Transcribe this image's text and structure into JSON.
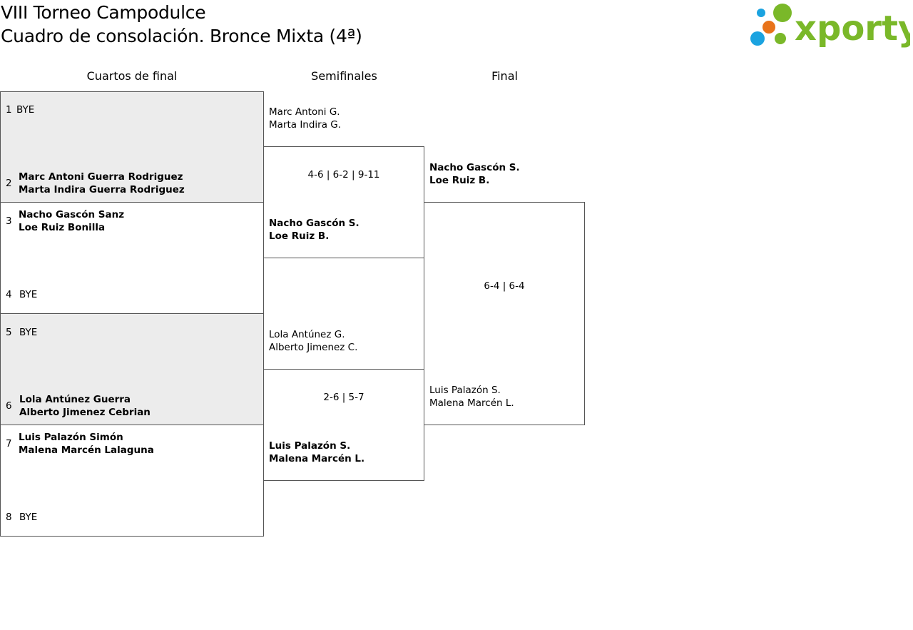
{
  "header": {
    "title_line1": "VIII Torneo Campodulce",
    "title_line2": "Cuadro de consolación. Bronce Mixta (4ª)"
  },
  "logo": {
    "text": "xporty",
    "colors": {
      "green": "#7ab829",
      "orange": "#e8731a",
      "blue": "#1ba3e0"
    }
  },
  "rounds": {
    "quarterfinals": "Cuartos de final",
    "semifinals": "Semifinales",
    "final": "Final"
  },
  "quarterfinals": [
    {
      "seed": "1",
      "player1": "BYE",
      "player2": ""
    },
    {
      "seed": "2",
      "player1": "Marc Antoni Guerra Rodriguez",
      "player2": "Marta Indira Guerra Rodriguez"
    },
    {
      "seed": "3",
      "player1": "Nacho Gascón Sanz",
      "player2": "Loe Ruiz Bonilla"
    },
    {
      "seed": "4",
      "player1": "BYE",
      "player2": ""
    },
    {
      "seed": "5",
      "player1": "BYE",
      "player2": ""
    },
    {
      "seed": "6",
      "player1": "Lola Antúnez Guerra",
      "player2": "Alberto Jimenez Cebrian"
    },
    {
      "seed": "7",
      "player1": "Luis Palazón Simón",
      "player2": "Malena Marcén Lalaguna"
    },
    {
      "seed": "8",
      "player1": "BYE",
      "player2": ""
    }
  ],
  "semifinals": [
    {
      "top": {
        "player1": "Marc Antoni G.",
        "player2": "Marta Indira G."
      },
      "bottom": {
        "player1": "Nacho Gascón S.",
        "player2": "Loe Ruiz B."
      },
      "score": "4-6 | 6-2 | 9-11",
      "winner": "bottom"
    },
    {
      "top": {
        "player1": "Lola Antúnez G.",
        "player2": "Alberto Jimenez C."
      },
      "bottom": {
        "player1": "Luis Palazón S.",
        "player2": "Malena Marcén L."
      },
      "score": "2-6 | 5-7",
      "winner": "bottom"
    }
  ],
  "final": {
    "top": {
      "player1": "Nacho Gascón S.",
      "player2": "Loe Ruiz B."
    },
    "bottom": {
      "player1": "Luis Palazón S.",
      "player2": "Malena Marcén L."
    },
    "score": "6-4 | 6-4",
    "winner": "top"
  }
}
